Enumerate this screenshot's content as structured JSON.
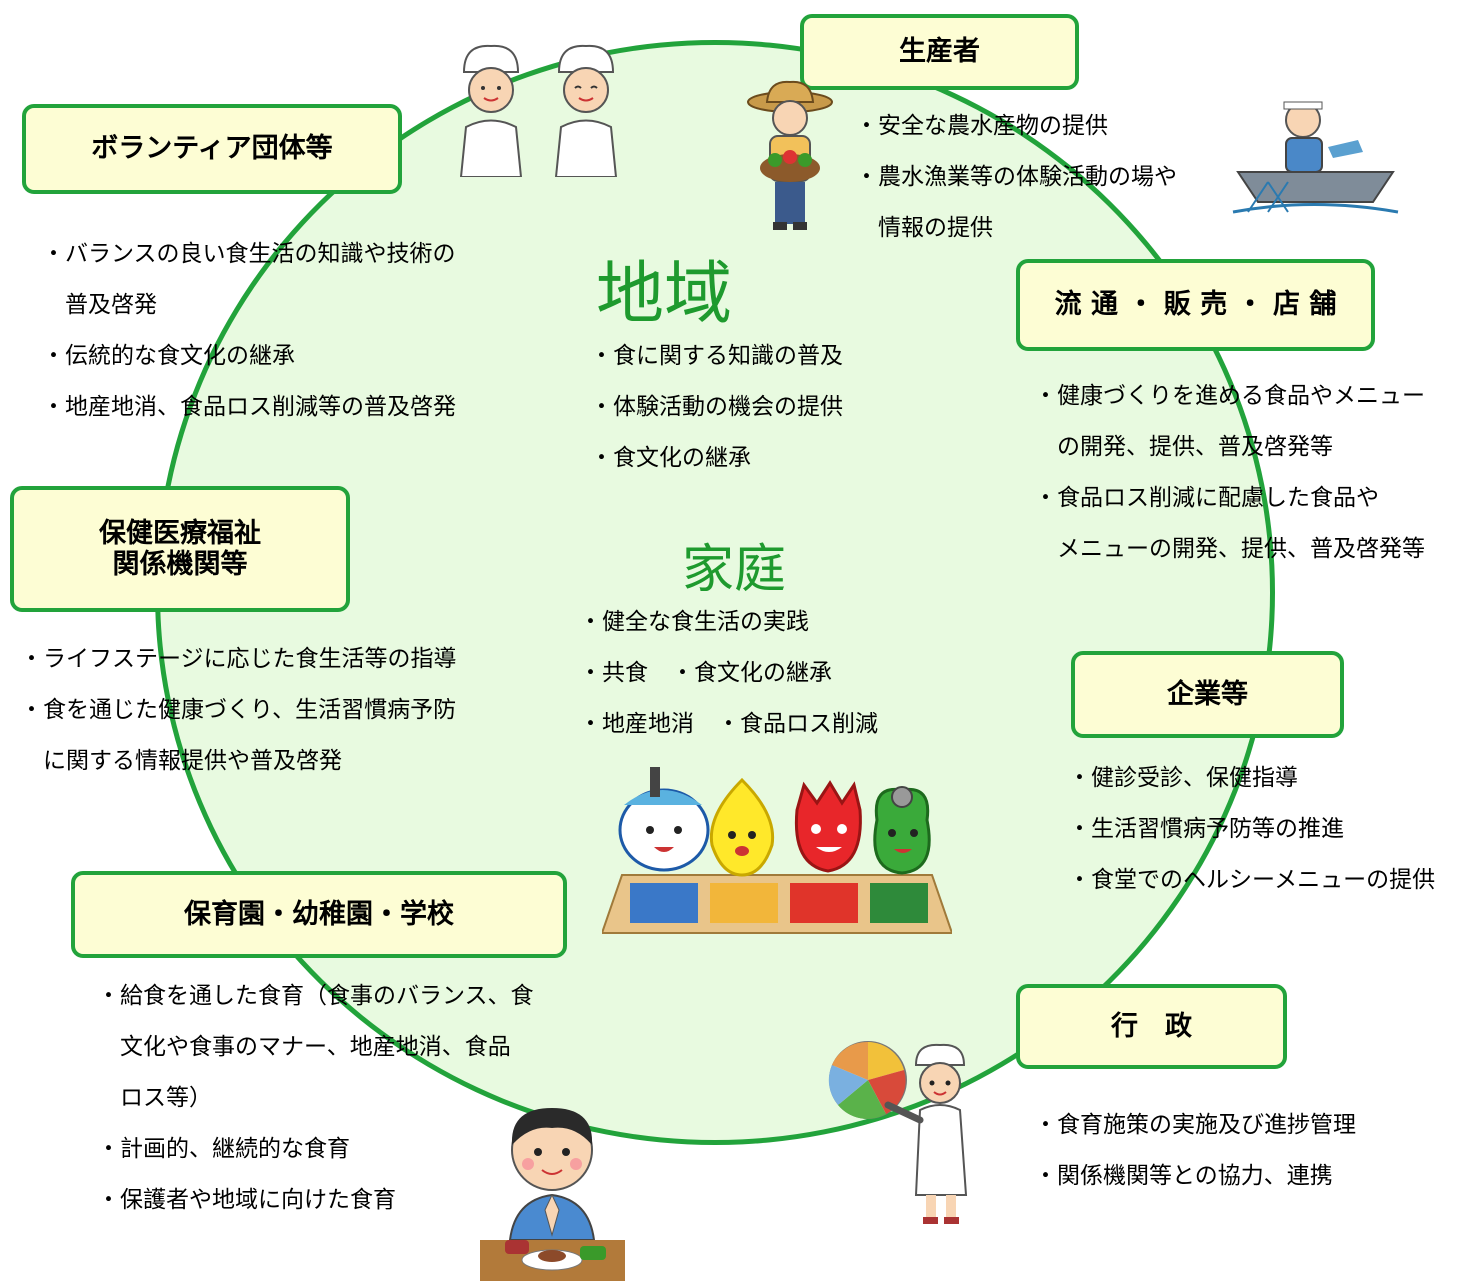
{
  "center": {
    "region_title": "地域",
    "region_items": [
      "・食に関する知識の普及",
      "・体験活動の機会の提供",
      "・食文化の継承"
    ],
    "home_title": "家庭",
    "home_items": [
      "・健全な食生活の実践",
      "・共食　・食文化の継承",
      "・地産地消　・食品ロス削減"
    ]
  },
  "producers": {
    "label": "生産者",
    "items": [
      "・安全な農水産物の提供",
      "・農水漁業等の体験活動の場や",
      "　情報の提供"
    ]
  },
  "volunteers": {
    "label": "ボランティア団体等",
    "items": [
      "・バランスの良い食生活の知識や技術の",
      "　普及啓発",
      "・伝統的な食文化の継承",
      "・地産地消、食品ロス削減等の普及啓発"
    ]
  },
  "distribution": {
    "label": "流 通 ・ 販 売 ・ 店 舗",
    "items": [
      "・健康づくりを進める食品やメニュー",
      "　の開発、提供、普及啓発等",
      "・食品ロス削減に配慮した食品や",
      "　メニューの開発、提供、普及啓発等"
    ]
  },
  "health": {
    "label_line1": "保健医療福祉",
    "label_line2": "関係機関等",
    "items": [
      "・ライフステージに応じた食生活等の指導",
      "・食を通じた健康づくり、生活習慣病予防",
      "　に関する情報提供や普及啓発"
    ]
  },
  "companies": {
    "label": "企業等",
    "items": [
      "・健診受診、保健指導",
      "・生活習慣病予防等の推進",
      "・食堂でのヘルシーメニューの提供"
    ]
  },
  "schools": {
    "label": "保育園・幼稚園・学校",
    "items": [
      "・給食を通した食育（食事のバランス、食",
      "　文化や食事のマナー、地産地消、食品",
      "　ロス等）",
      "・計画的、継続的な食育",
      "・保護者や地域に向けた食育"
    ]
  },
  "government": {
    "label": "行　政",
    "items": [
      "・食育施策の実施及び進捗管理",
      "・関係機関等との協力、連携"
    ]
  },
  "colors": {
    "ring": "#22a33b",
    "circle_fill": "#e8fae0",
    "box_fill": "#fdfdd4",
    "title_green": "#1e9a2e"
  },
  "illustrations": [
    "cooks-icon",
    "farmer-icon",
    "fisherman-icon",
    "mascots-icon",
    "child-eating-icon",
    "nutritionist-icon"
  ]
}
